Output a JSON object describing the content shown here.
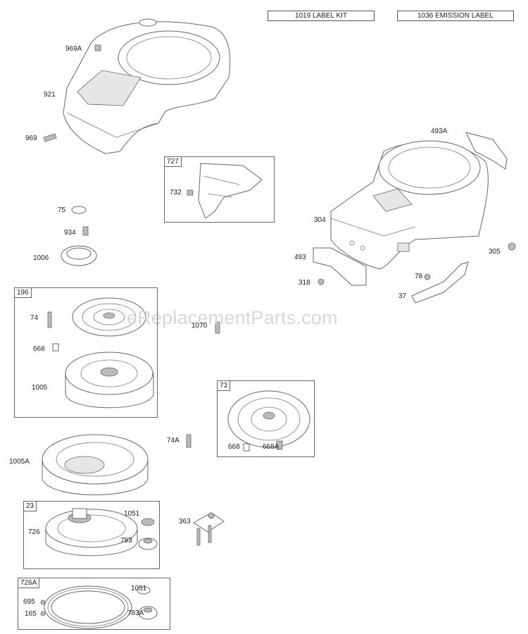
{
  "watermark": "eReplacementParts.com",
  "top_tags": [
    {
      "id": "label-kit",
      "text": "1019 LABEL KIT"
    },
    {
      "id": "emission-label",
      "text": "1036 EMISSION LABEL"
    }
  ],
  "groups": [
    {
      "id": "727",
      "num": "727"
    },
    {
      "id": "196",
      "num": "196"
    },
    {
      "id": "73",
      "num": "73"
    },
    {
      "id": "23",
      "num": "23"
    },
    {
      "id": "726a",
      "num": "726A"
    }
  ],
  "callouts": [
    "969A",
    "921",
    "969",
    "493A",
    "732",
    "304",
    "75",
    "934",
    "1006",
    "493",
    "305",
    "78",
    "318",
    "37",
    "74",
    "1070",
    "668",
    "1005",
    "74A",
    "668",
    "668A",
    "1005A",
    "1051",
    "726",
    "363",
    "783",
    "1051",
    "695",
    "165",
    "783A"
  ]
}
